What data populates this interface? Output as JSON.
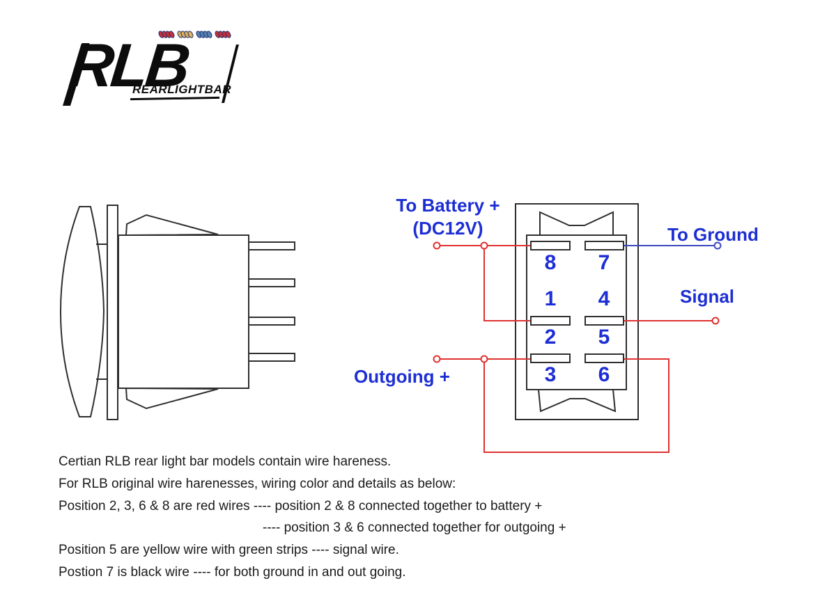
{
  "logo": {
    "brand": "RLB",
    "subtitle": "REARLIGHTBAR",
    "lights_groups": [
      {
        "color_key": "light_red",
        "count": 4
      },
      {
        "color_key": "light_amber",
        "count": 4
      },
      {
        "color_key": "light_blue",
        "count": 4
      },
      {
        "color_key": "light_red",
        "count": 4
      }
    ]
  },
  "diagram": {
    "labels": {
      "battery_line1": "To Battery +",
      "battery_line2": "(DC12V)",
      "ground": "To Ground",
      "signal": "Signal",
      "outgoing": "Outgoing +"
    },
    "pins": [
      "8",
      "7",
      "1",
      "4",
      "2",
      "5",
      "3",
      "6"
    ]
  },
  "notes": {
    "lines": [
      "Certian RLB rear light bar models contain wire hareness.",
      "For RLB original wire harenesses, wiring color and details as below:",
      "Position 2, 3, 6 & 8 are red wires ---- position 2 & 8 connected together to battery +",
      "---- position 3 & 6 connected together for outgoing +",
      "Position 5 are yellow wire with green strips ---- signal wire.",
      "Postion 7 is black wire ---- for both ground in and out going."
    ]
  },
  "colors": {
    "wire_red": "#e03030",
    "wire_blue": "#3c46c0",
    "label_blue": "#1d2ed4",
    "outline": "#2e2e2e",
    "light_red": "#c5303e",
    "light_amber": "#d9ae62",
    "light_blue": "#5581b3",
    "text_black": "#1a1a1a"
  }
}
